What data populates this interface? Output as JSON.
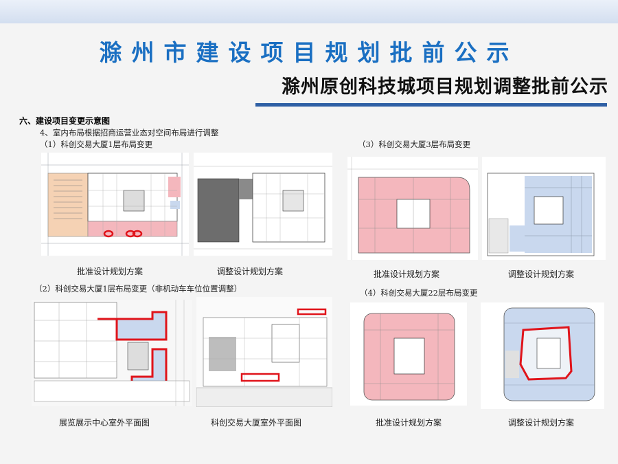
{
  "header": {
    "main_title": "滁州市建设项目规划批前公示",
    "subtitle": "滁州原创科技城项目规划调整批前公示"
  },
  "section": {
    "heading": "六、建设项目变更示意图",
    "note": "4、室内布局根据招商运营业态对空间布局进行调整",
    "group1_label": "（1）科创交易大厦1层布局变更",
    "group2_label": "（2）科创交易大厦1层布局变更（非机动车车位位置调整）",
    "group3_label": "（3）科创交易大厦3层布局变更",
    "group4_label": "（4）科创交易大厦22层布局变更"
  },
  "captions": {
    "approved_1": "批准设计规划方案",
    "adjusted_1": "调整设计规划方案",
    "approved_3": "批准设计规划方案",
    "adjusted_3": "调整设计规划方案",
    "exhibition_plan": "展览展示中心室外平面图",
    "tower_plan": "科创交易大厦室外平面图",
    "approved_22": "批准设计规划方案",
    "adjusted_22": "调整设计规划方案"
  },
  "colors": {
    "title_blue": "#1a6fc2",
    "rule_blue": "#2e5fa4",
    "highlight_red": "#e0141b",
    "pink_fill": "#f4b7bd",
    "blue_fill": "#c9d8ee",
    "orange_fill": "#f5d2b4"
  }
}
